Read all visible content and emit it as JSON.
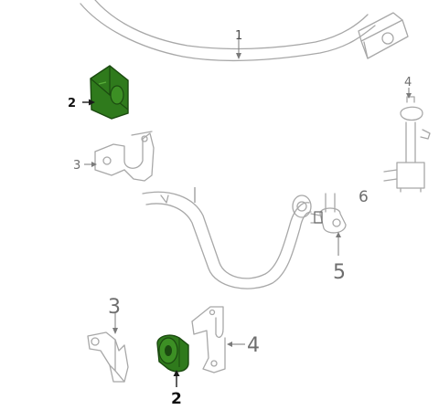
{
  "colors": {
    "highlight": "#2f7a1c",
    "highlight_edge": "#1b4a10",
    "line_gray": "#a8a8a8",
    "line_dark": "#6a6a6a"
  },
  "callouts": {
    "stabilizer_bar_top": "1",
    "bushing_top": "2",
    "bracket_top": "3",
    "link_top": "4",
    "nut_top": "6",
    "link_mid": "5",
    "bracket_bottom": "3",
    "clamp_bottom": "4",
    "bushing_bottom": "2"
  }
}
